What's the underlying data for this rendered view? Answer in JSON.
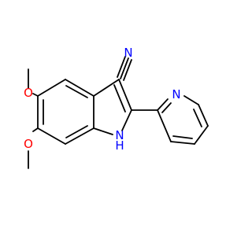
{
  "molecule": {
    "atoms": {
      "nitrile_n": "N",
      "pyridine_n": "N",
      "indole_nh_n": "N",
      "indole_nh_h": "H",
      "methoxy5_o": "O",
      "methoxy6_o": "O"
    }
  },
  "colors": {
    "bond": "#000000",
    "nitrogen": "#0000FF",
    "oxygen": "#FF0000",
    "background": "#FFFFFF"
  }
}
